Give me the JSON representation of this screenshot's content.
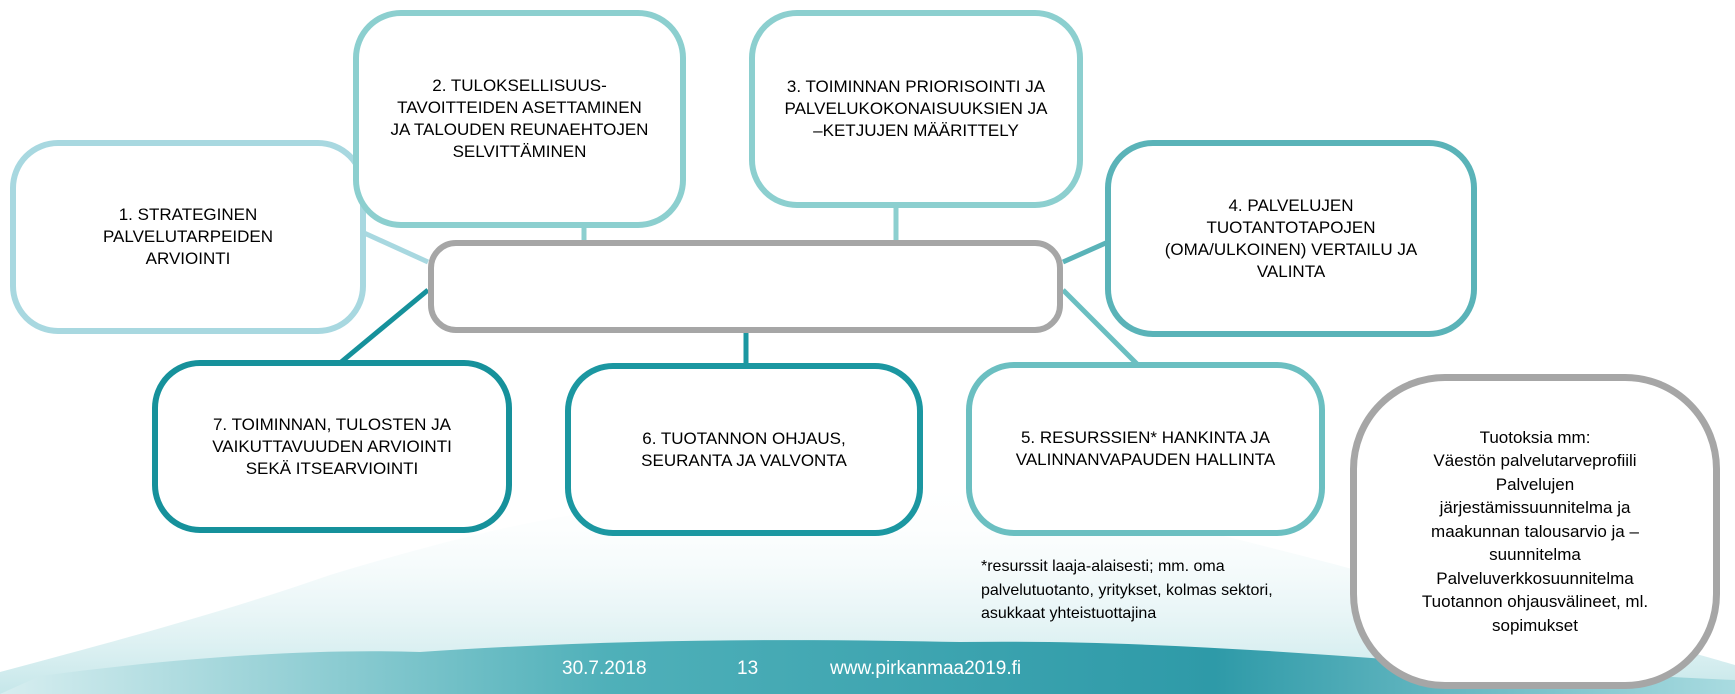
{
  "diagram": {
    "steps": [
      {
        "number": "1",
        "label": "1. STRATEGINEN\nPALVELUTARPEIDEN\nARVIOINTI"
      },
      {
        "number": "2",
        "label": "2. TULOKSELLISUUS-\nTAVOITTEIDEN  ASETTAMINEN\nJA TALOUDEN REUNAEHTOJEN\nSELVITTÄMINEN"
      },
      {
        "number": "3",
        "label": "3. TOIMINNAN PRIORISOINTI JA\nPALVELUKOKONAISUUKSIEN JA\n–KETJUJEN  MÄÄRITTELY"
      },
      {
        "number": "4",
        "label": "4. PALVELUJEN\nTUOTANTOTAPOJEN\n(OMA/ULKOINEN) VERTAILU JA\nVALINTA"
      },
      {
        "number": "5",
        "label": "5. RESURSSIEN* HANKINTA JA\nVALINNANVAPAUDEN HALLINTA"
      },
      {
        "number": "6",
        "label": "6. TUOTANNON OHJAUS,\nSEURANTA JA VALVONTA"
      },
      {
        "number": "7",
        "label": "7. TOIMINNAN, TULOSTEN JA\nVAIKUTTAVUUDEN ARVIOINTI\nSEKÄ ITSEARVIOINTI"
      }
    ],
    "center_label": "",
    "footnote": "*resurssit laaja-alaisesti; mm. oma\npalvelutuotanto, yritykset, kolmas sektori,\nasukkaat yhteistuottajina",
    "outputs": "Tuotoksia mm:\nVäestön palvelutarveprofiili\nPalvelujen\njärjestämissuunnitelma ja\nmaakunnan talousarvio ja –\nsuunnitelma\nPalveluverkkosuunnitelma\nTuotannon ohjausvälineet, ml.\nsopimukset"
  },
  "footer": {
    "date": "30.7.2018",
    "page": "13",
    "url": "www.pirkanmaa2019.fi"
  },
  "colors": {
    "step1": "#a8d8e0",
    "step2": "#8ccfcf",
    "step3": "#8ccfcf",
    "step4": "#5ab3b8",
    "step5": "#6bbfc1",
    "step6": "#1b97a1",
    "step7": "#16919b",
    "center": "#a6a6a6",
    "footer_band": "#2e9aa8"
  }
}
